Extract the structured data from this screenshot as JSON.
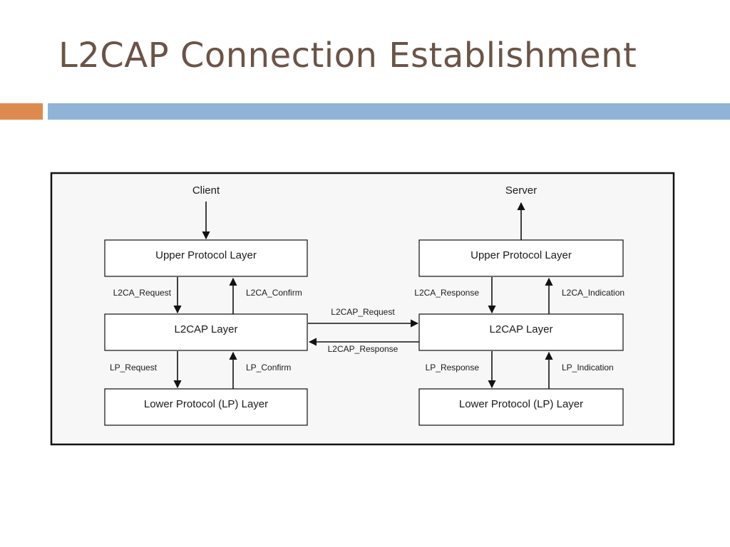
{
  "slide": {
    "title": "L2CAP Connection Establishment"
  },
  "theme": {
    "title_color": "#6b5447",
    "accent_orange": "#de8a4e",
    "accent_blue": "#91b3d6"
  },
  "diagram": {
    "client": {
      "label": "Client",
      "upper": "Upper Protocol Layer",
      "l2cap": "L2CAP Layer",
      "lower": "Lower Protocol (LP) Layer",
      "up_down_left": "L2CA_Request",
      "up_up_right": "L2CA_Confirm",
      "low_down_left": "LP_Request",
      "low_up_right": "LP_Confirm"
    },
    "server": {
      "label": "Server",
      "upper": "Upper Protocol Layer",
      "l2cap": "L2CAP Layer",
      "lower": "Lower Protocol (LP) Layer",
      "up_down_left": "L2CA_Response",
      "up_up_right": "L2CA_Indication",
      "low_down_left": "LP_Response",
      "low_up_right": "LP_Indication"
    },
    "link_request": "L2CAP_Request",
    "link_response": "L2CAP_Response"
  }
}
